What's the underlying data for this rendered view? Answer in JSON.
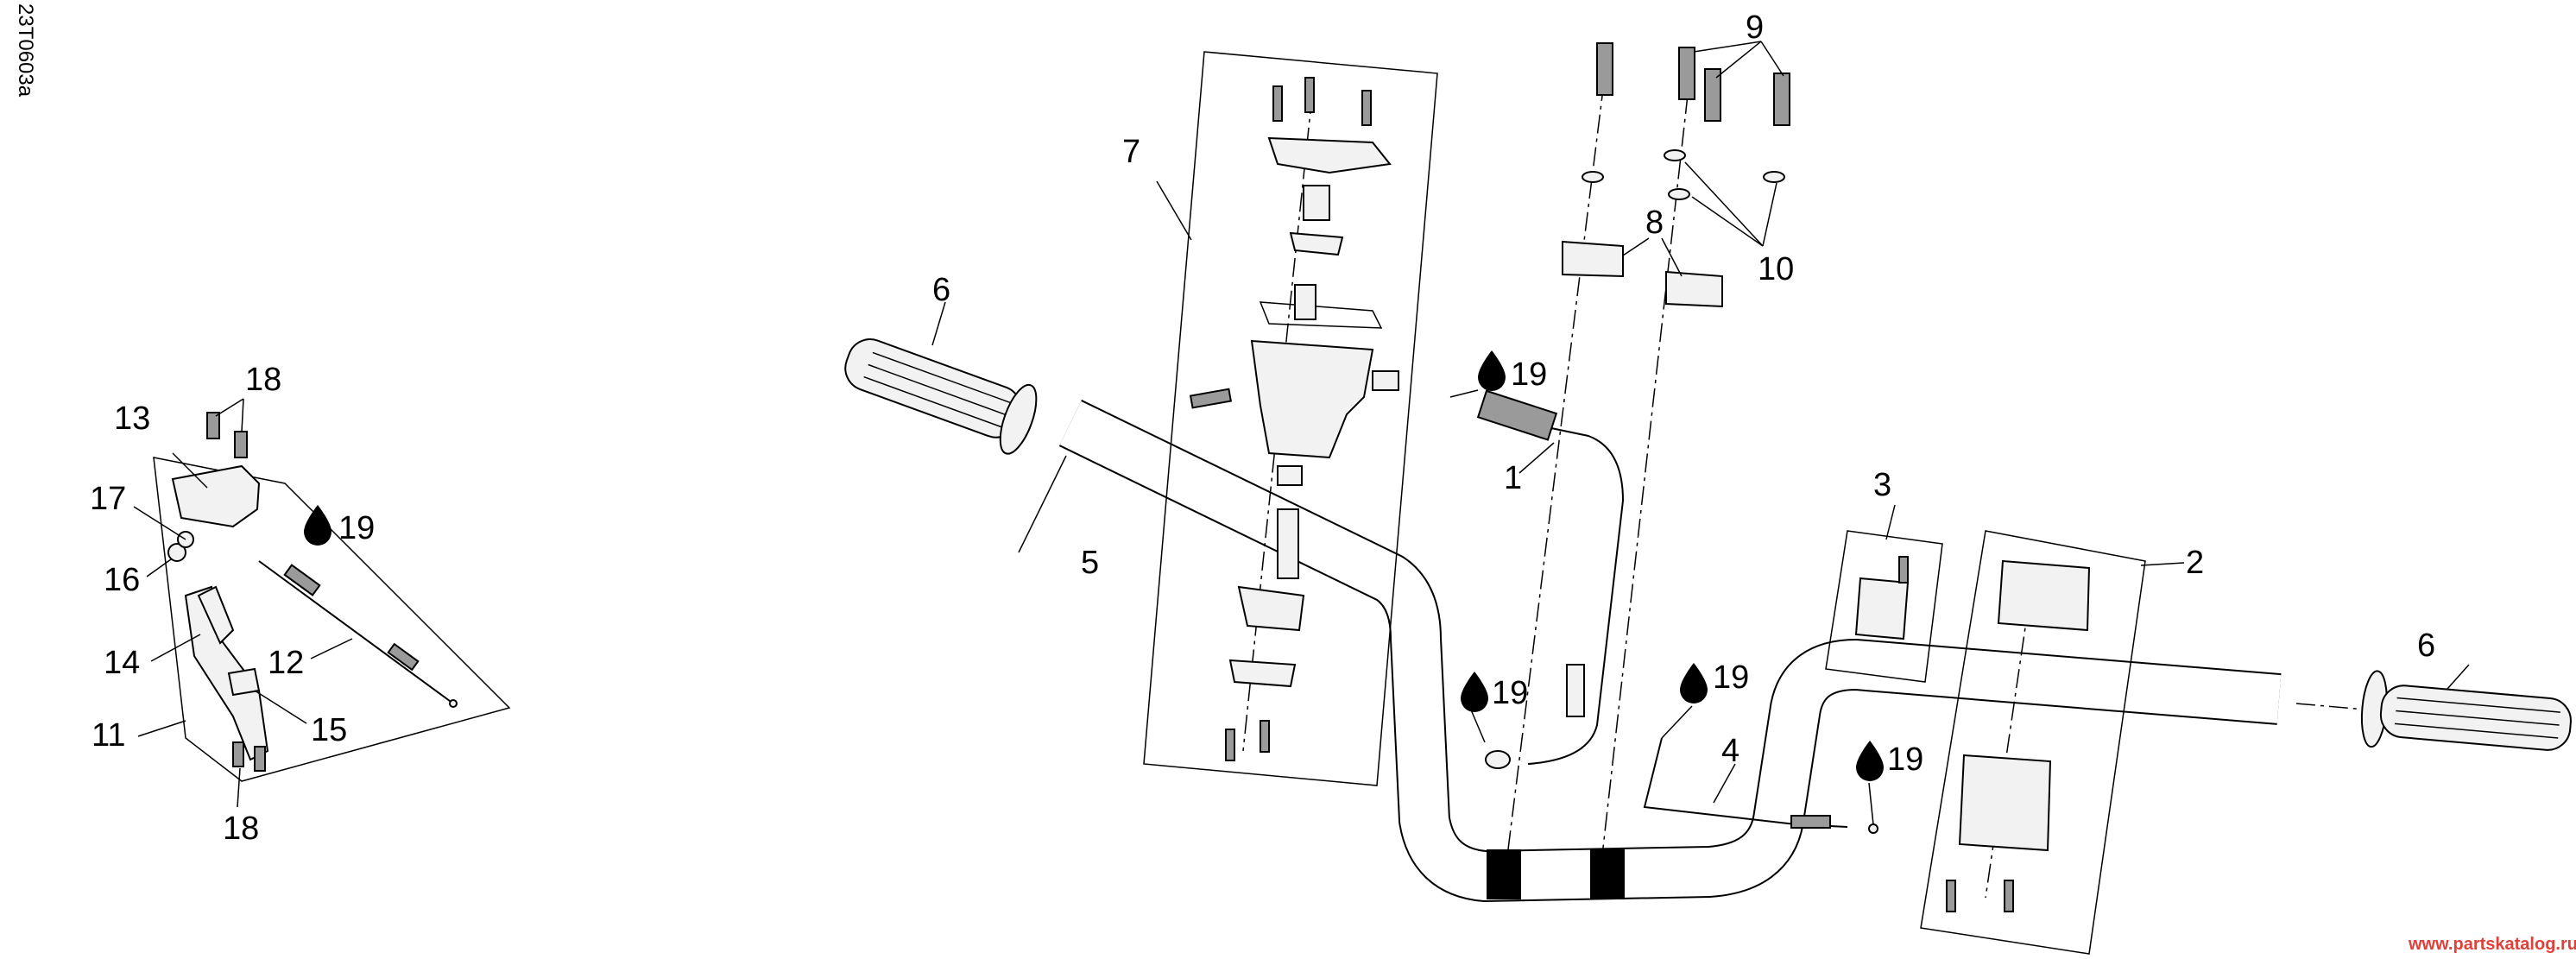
{
  "diagram": {
    "code": "23T0603a",
    "watermark": "www.partskatalog.ru",
    "callouts": {
      "c1": "1",
      "c2": "2",
      "c3": "3",
      "c4": "4",
      "c5": "5",
      "c6a": "6",
      "c6b": "6",
      "c7": "7",
      "c8": "8",
      "c9": "9",
      "c10": "10",
      "c11": "11",
      "c12": "12",
      "c13": "13",
      "c14": "14",
      "c15": "15",
      "c16": "16",
      "c17": "17",
      "c18a": "18",
      "c18b": "18",
      "c19a": "19",
      "c19b": "19",
      "c19c": "19",
      "c19d": "19",
      "c19e": "19"
    },
    "icons": [
      "oil-drop-icon"
    ]
  }
}
